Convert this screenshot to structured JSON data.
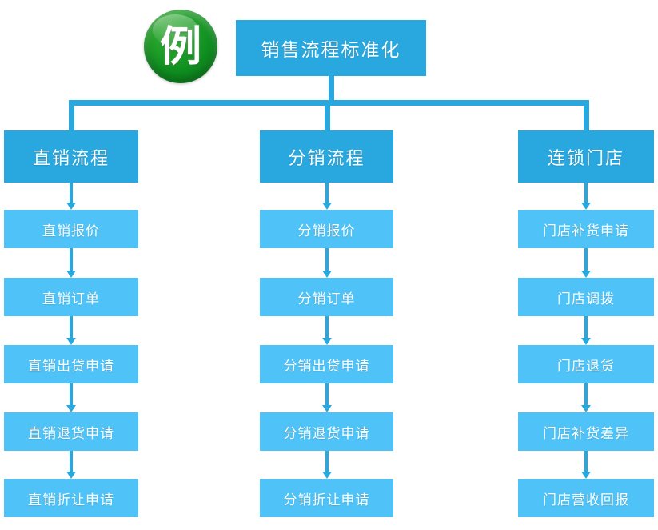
{
  "diagram": {
    "badge": {
      "label": "例",
      "color": "#12971f"
    },
    "title": {
      "label": "销售流程标准化",
      "color": "#29a8df"
    },
    "palette": {
      "header": "#29a8df",
      "step": "#4fc3f7",
      "connector": "#29a8df",
      "text": "#ffffff"
    },
    "columns": [
      {
        "header": "直销流程",
        "steps": [
          "直销报价",
          "直销订单",
          "直销出贷申请",
          "直销退货申请",
          "直销折让申请"
        ]
      },
      {
        "header": "分销流程",
        "steps": [
          "分销报价",
          "分销订单",
          "分销出贷申请",
          "分销退货申请",
          "分销折让申请"
        ]
      },
      {
        "header": "连锁门店",
        "steps": [
          "门店补货申请",
          "门店调拨",
          "门店退货",
          "门店补货差异",
          "门店营收回报"
        ]
      }
    ]
  }
}
